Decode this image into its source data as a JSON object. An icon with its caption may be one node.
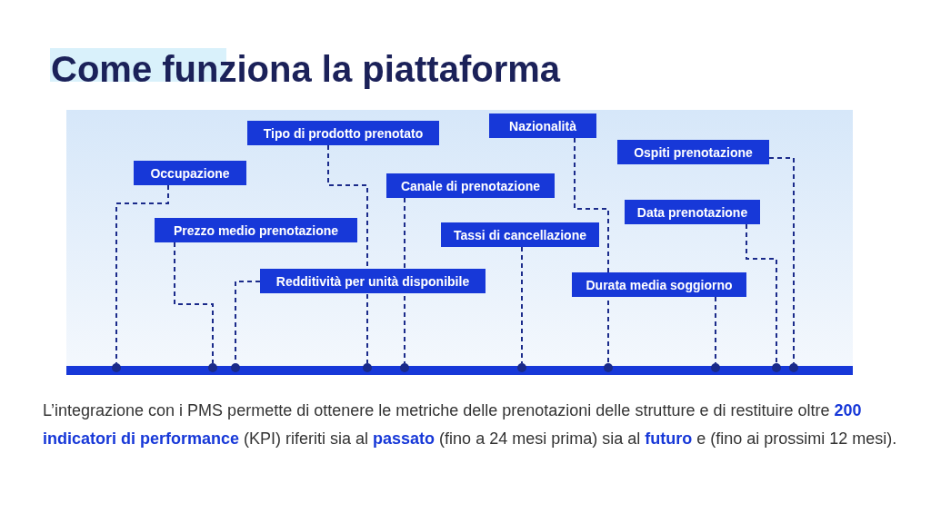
{
  "diagram": {
    "title": "Come funziona la piattaforma",
    "caption": "L’integrazione con i PMS permette di ottenere le metriche delle prenotazioni delle strutture e di restituire oltre **200 indicatori di performance** (KPI) riferiti sia al **passato** (fino a 24 mesi prima) sia al **futuro** e (fino ai prossimi 12 mesi).",
    "nodes": [
      {
        "text": [
          "Nazionalità"
        ]
      },
      {
        "text": [
          "Tipo di prodotto prenotato"
        ]
      },
      {
        "text": [
          "Ospiti prenotazione"
        ]
      },
      {
        "text": [
          "Occupazione"
        ]
      },
      {
        "text": [
          "Canale di prenotazione"
        ]
      },
      {
        "text": [
          "Data prenotazione"
        ]
      },
      {
        "text": [
          "Prezzo medio prenotazione"
        ]
      },
      {
        "text": [
          "Tassi di cancellazione"
        ]
      },
      {
        "text": [
          "Redditività per unità disponibile"
        ]
      },
      {
        "text": [
          "Durata media soggiorno"
        ]
      },
      {
        "text": [],
        "shape": "circle"
      },
      {
        "text": [],
        "shape": "circle"
      },
      {
        "text": [],
        "shape": "circle"
      },
      {
        "text": [],
        "shape": "circle"
      },
      {
        "text": [],
        "shape": "circle"
      },
      {
        "text": [],
        "shape": "circle"
      },
      {
        "text": [],
        "shape": "circle"
      },
      {
        "text": [],
        "shape": "circle"
      },
      {
        "text": [],
        "shape": "circle"
      },
      {
        "text": [],
        "shape": "circle"
      }
    ],
    "edges": [
      {
        "from": 0,
        "to": 16,
        "arrow": "none",
        "style": "dashed"
      },
      {
        "from": 1,
        "to": 13,
        "arrow": "none",
        "style": "dashed"
      },
      {
        "from": 2,
        "to": 19,
        "arrow": "none",
        "style": "dashed"
      },
      {
        "from": 3,
        "to": 10,
        "arrow": "none",
        "style": "dashed"
      },
      {
        "from": 4,
        "to": 14,
        "arrow": "none",
        "style": "dashed"
      },
      {
        "from": 5,
        "to": 18,
        "arrow": "none",
        "style": "dashed"
      },
      {
        "from": 6,
        "to": 11,
        "arrow": "none",
        "style": "dashed"
      },
      {
        "from": 7,
        "to": 15,
        "arrow": "none",
        "style": "dashed"
      },
      {
        "from": 8,
        "to": 12,
        "arrow": "none",
        "style": "dashed"
      },
      {
        "from": 9,
        "to": 17,
        "arrow": "none",
        "style": "dashed"
      }
    ]
  }
}
